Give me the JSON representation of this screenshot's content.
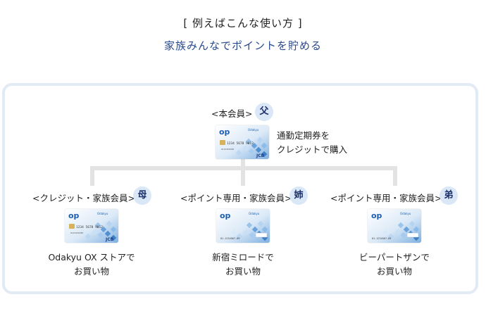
{
  "heading": "[ 例えばこんな使い方 ]",
  "subheading": "家族みんなでポイントを貯める",
  "card_brand_mark": "op",
  "card_issuer": "Odakyu",
  "card_number_lines": [
    "1234 5678 9012",
    "0123456789"
  ],
  "card_number_short": "01-1234567-89",
  "card_network": "JCB",
  "colors": {
    "badge_bg": "#d9e7f6",
    "badge_text": "#1b2f6b",
    "frame": "#e2ebf5",
    "accent_blue": "#2a4a8c"
  },
  "primary": {
    "label": "<本会員>",
    "badge": "父",
    "caption_lines": [
      "通勤定期券を",
      "クレジットで購入"
    ]
  },
  "members": [
    {
      "label": "<クレジット・家族会員>",
      "badge": "母",
      "caption_lines": [
        "Odakyu OX ストアで",
        "お買い物"
      ],
      "card_type": "credit"
    },
    {
      "label": "<ポイント専用・家族会員>",
      "badge": "姉",
      "caption_lines": [
        "新宿ミロードで",
        "お買い物"
      ],
      "card_type": "point"
    },
    {
      "label": "<ポイント専用・家族会員>",
      "badge": "弟",
      "caption_lines": [
        "ビーパートザンで",
        "お買い物"
      ],
      "card_type": "point"
    }
  ]
}
